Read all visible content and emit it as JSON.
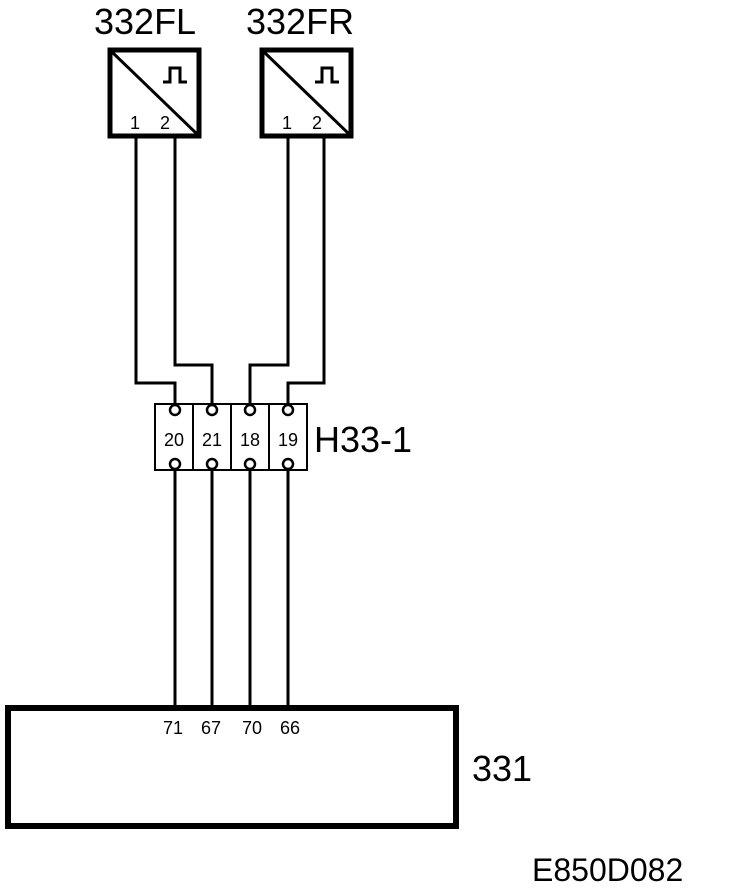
{
  "sensors": [
    {
      "id": "332FL",
      "pin1": "1",
      "pin2": "2"
    },
    {
      "id": "332FR",
      "pin1": "1",
      "pin2": "2"
    }
  ],
  "connector": {
    "id": "H33-1",
    "terminals": [
      "20",
      "21",
      "18",
      "19"
    ]
  },
  "control_unit": {
    "id": "331",
    "pins": [
      "71",
      "67",
      "70",
      "66"
    ]
  },
  "drawing_code": "E850D082",
  "colors": {
    "line": "#000000",
    "background": "#ffffff",
    "connector_fill": "#ffffff"
  }
}
